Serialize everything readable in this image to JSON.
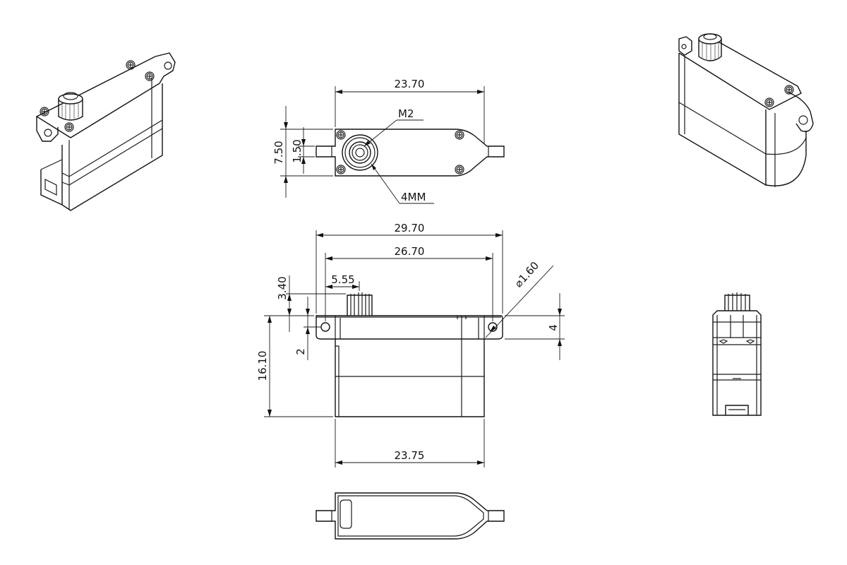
{
  "dimensions": {
    "top_width": "23.70",
    "top_height": "7.50",
    "top_offset": "1.50",
    "thread": "M2",
    "spline": "4MM",
    "overall_length": "29.70",
    "hole_spacing": "26.70",
    "shaft_offset": "5.55",
    "shaft_height": "3.40",
    "hole_diameter": "1.60",
    "diameter_symbol": "⌀",
    "tab_thickness": "4",
    "tab_height": "2",
    "body_height": "16.10",
    "body_width": "23.75"
  }
}
